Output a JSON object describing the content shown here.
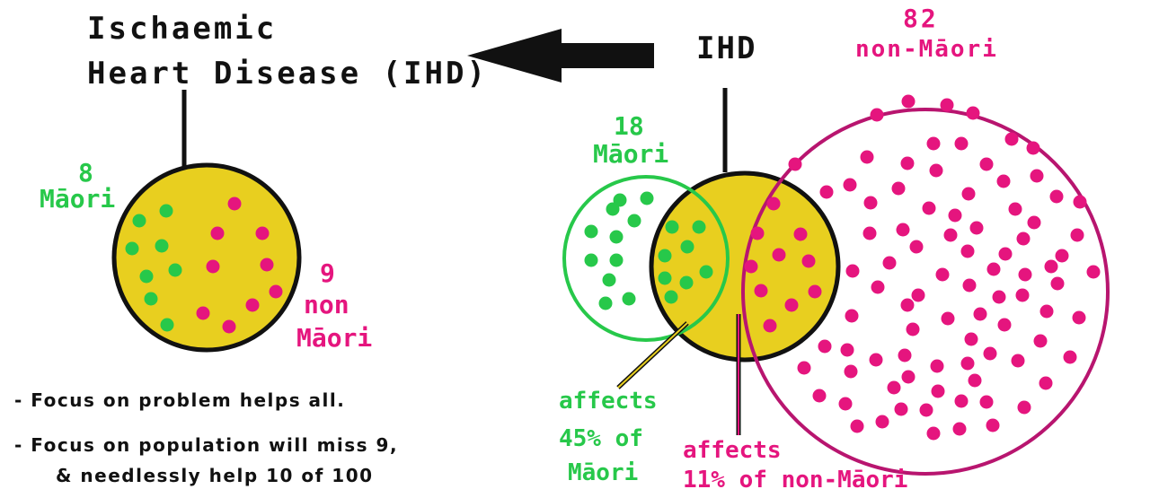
{
  "left_diagram": {
    "title_line1": "Ischaemic",
    "title_line2": "Heart Disease (IHD)",
    "maori_count": "8",
    "maori_label": "Māori",
    "non_maori_count": "9",
    "non_maori_label_1": "non",
    "non_maori_label_2": "Māori",
    "bullet_1": "- Focus on problem helps all.",
    "bullet_2_line1": "- Focus on population will miss 9,",
    "bullet_2_line2": "& needlessly help  10 of 100"
  },
  "right_diagram": {
    "ihd_label": "IHD",
    "maori_count": "18",
    "maori_label": "Māori",
    "non_maori_count": "82",
    "non_maori_label": "non-Māori",
    "maori_affects_1": "affects",
    "maori_affects_2": "45% of",
    "maori_affects_3": "Māori",
    "non_maori_affects_1": "affects",
    "non_maori_affects_2": "11% of  non-Māori"
  },
  "colors": {
    "maori_green": "#27c84a",
    "non_maori_pink": "#e5157e",
    "ihd_yellow": "#e8cf1f",
    "outline_black": "#111111",
    "non_maori_circle": "#b8156f"
  }
}
